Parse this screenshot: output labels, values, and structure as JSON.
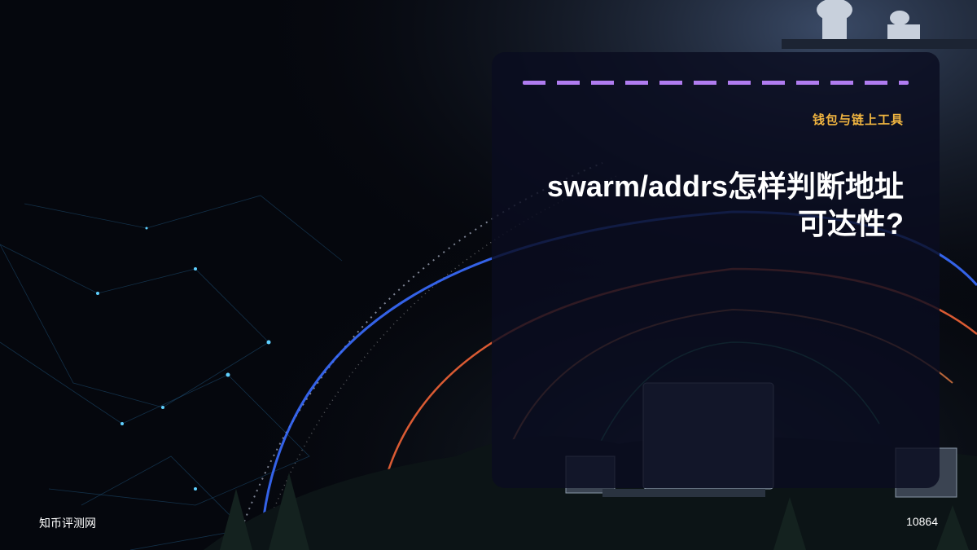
{
  "card": {
    "category": "钱包与链上工具",
    "title": "swarm/addrs怎样判断地址可达性?"
  },
  "footer": {
    "brand": "知币评测网",
    "page_number": "10864"
  },
  "colors": {
    "accent_dash": "#b07cf0",
    "category_text": "#f2b640",
    "panel_bg": "#0a0c20"
  }
}
